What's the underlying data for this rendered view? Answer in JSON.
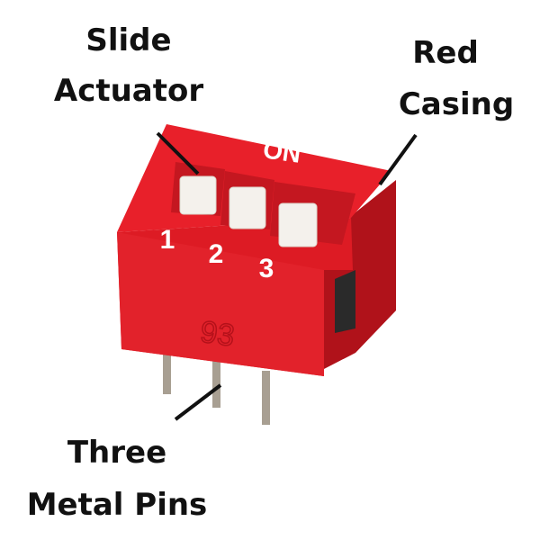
{
  "labels": {
    "actuator": {
      "line1": "Slide",
      "line2": "Actuator"
    },
    "casing": {
      "line1": "Red",
      "line2": "Casing"
    },
    "pins": {
      "line1": "Three",
      "line2": "Metal Pins"
    }
  },
  "device_markings": {
    "on": "ON",
    "switch_numbers": [
      "1",
      "2",
      "3"
    ],
    "mold_number": "93"
  },
  "colors": {
    "casing": "#e8202a",
    "casing_dark": "#c0141c",
    "actuator": "#f4f1ec",
    "pin": "#a89f92",
    "text": "#111111"
  }
}
